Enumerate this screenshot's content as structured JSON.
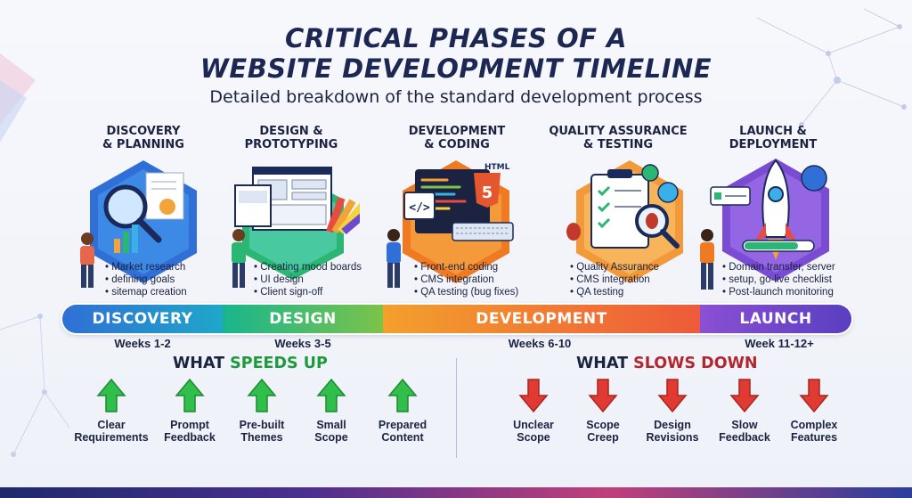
{
  "title": {
    "line1": "CRITICAL PHASES OF A",
    "line2": "WEBSITE DEVELOPMENT TIMELINE",
    "subtitle": "Detailed breakdown of the standard development process"
  },
  "phases": [
    {
      "title_line1": "DISCOVERY",
      "title_line2": "& PLANNING",
      "bullets": [
        "Market research",
        "defining goals",
        "sitemap creation"
      ],
      "color": "#2f6fd6"
    },
    {
      "title_line1": "DESIGN &",
      "title_line2": "PROTOTYPING",
      "bullets": [
        "Creating mood boards",
        "UI design",
        "Client sign-off"
      ],
      "color": "#1fae7a"
    },
    {
      "title_line1": "DEVELOPMENT",
      "title_line2": "& CODING",
      "bullets": [
        "Front-end coding",
        "CMS integration",
        "QA testing (bug fixes)"
      ],
      "color": "#f07a22",
      "badge": "HTML",
      "badge_number": "5"
    },
    {
      "title_line1": "QUALITY ASSURANCE",
      "title_line2": "& TESTING",
      "bullets": [
        "Quality Assurance",
        "CMS integration",
        "QA testing"
      ],
      "color": "#f29a3a"
    },
    {
      "title_line1": "LAUNCH &",
      "title_line2": "DEPLOYMENT",
      "bullets": [
        "Domain transfer, server",
        "setup, go-live checklist",
        "Post-launch monitoring"
      ],
      "color": "#7a4bd3"
    }
  ],
  "timeline": {
    "segments": [
      {
        "label": "DISCOVERY",
        "color_start": "#2f6fd6",
        "color_end": "#1fa7c9"
      },
      {
        "label": "DESIGN",
        "color_start": "#18b58d",
        "color_end": "#7cc34a"
      },
      {
        "label": "DEVELOPMENT",
        "color_start": "#f3a02c",
        "color_end": "#ee5a3a"
      },
      {
        "label": "LAUNCH",
        "color_start": "#8a4fd4",
        "color_end": "#5a3fc0"
      }
    ],
    "weeks": [
      "Weeks 1-2",
      "Weeks 3-5",
      "Weeks 6-10",
      "Week 11-12+"
    ]
  },
  "speeds_up": {
    "heading_prefix": "WHAT ",
    "heading_highlight": "SPEEDS UP",
    "highlight_color": "#1f9a3a",
    "items": [
      "Clear\nRequirements",
      "Prompt\nFeedback",
      "Pre-built\nThemes",
      "Small\nScope",
      "Prepared\nContent"
    ]
  },
  "slows_down": {
    "heading_prefix": "WHAT ",
    "heading_highlight": "SLOWS DOWN",
    "highlight_color": "#b3262d",
    "items": [
      "Unclear\nScope",
      "Scope\nCreep",
      "Design\nRevisions",
      "Slow\nFeedback",
      "Complex\nFeatures"
    ]
  }
}
